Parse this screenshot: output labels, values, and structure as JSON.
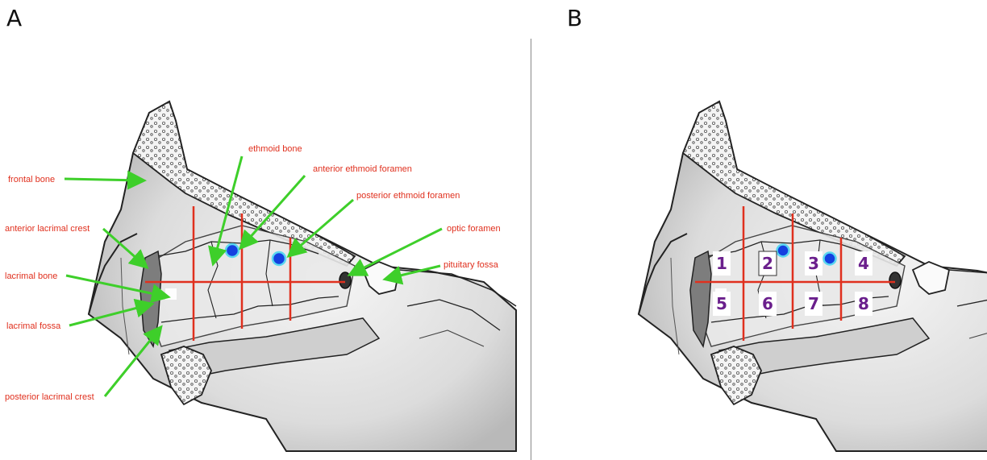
{
  "panels": [
    {
      "letter": "A"
    },
    {
      "letter": "B"
    }
  ],
  "labels": {
    "frontal_bone": "frontal bone",
    "anterior_lacrimal_crest": "anterior lacrimal crest",
    "lacrimal_bone": "lacrimal bone",
    "lacrimal_fossa": "lacrimal fossa",
    "posterior_lacrimal_crest": "posterior lacrimal crest",
    "ethmoid_bone": "ethmoid bone",
    "anterior_ethmoid_foramen": "anterior ethmoid foramen",
    "posterior_ethmoid_foramen": "posterior ethmoid foramen",
    "optic_foramen": "optic foramen",
    "pituitary_fossa": "pituitary fossa"
  },
  "zones": [
    "1",
    "2",
    "3",
    "4",
    "5",
    "6",
    "7",
    "8"
  ],
  "colors": {
    "label_text": "#e0301e",
    "arrow": "#3ecf2a",
    "grid_line": "#e0301e",
    "foramen_dot": "#1440e0",
    "foramen_ring": "#5ad6f0",
    "zone_number": "#6a1f8c",
    "bone_outline": "#222222"
  }
}
